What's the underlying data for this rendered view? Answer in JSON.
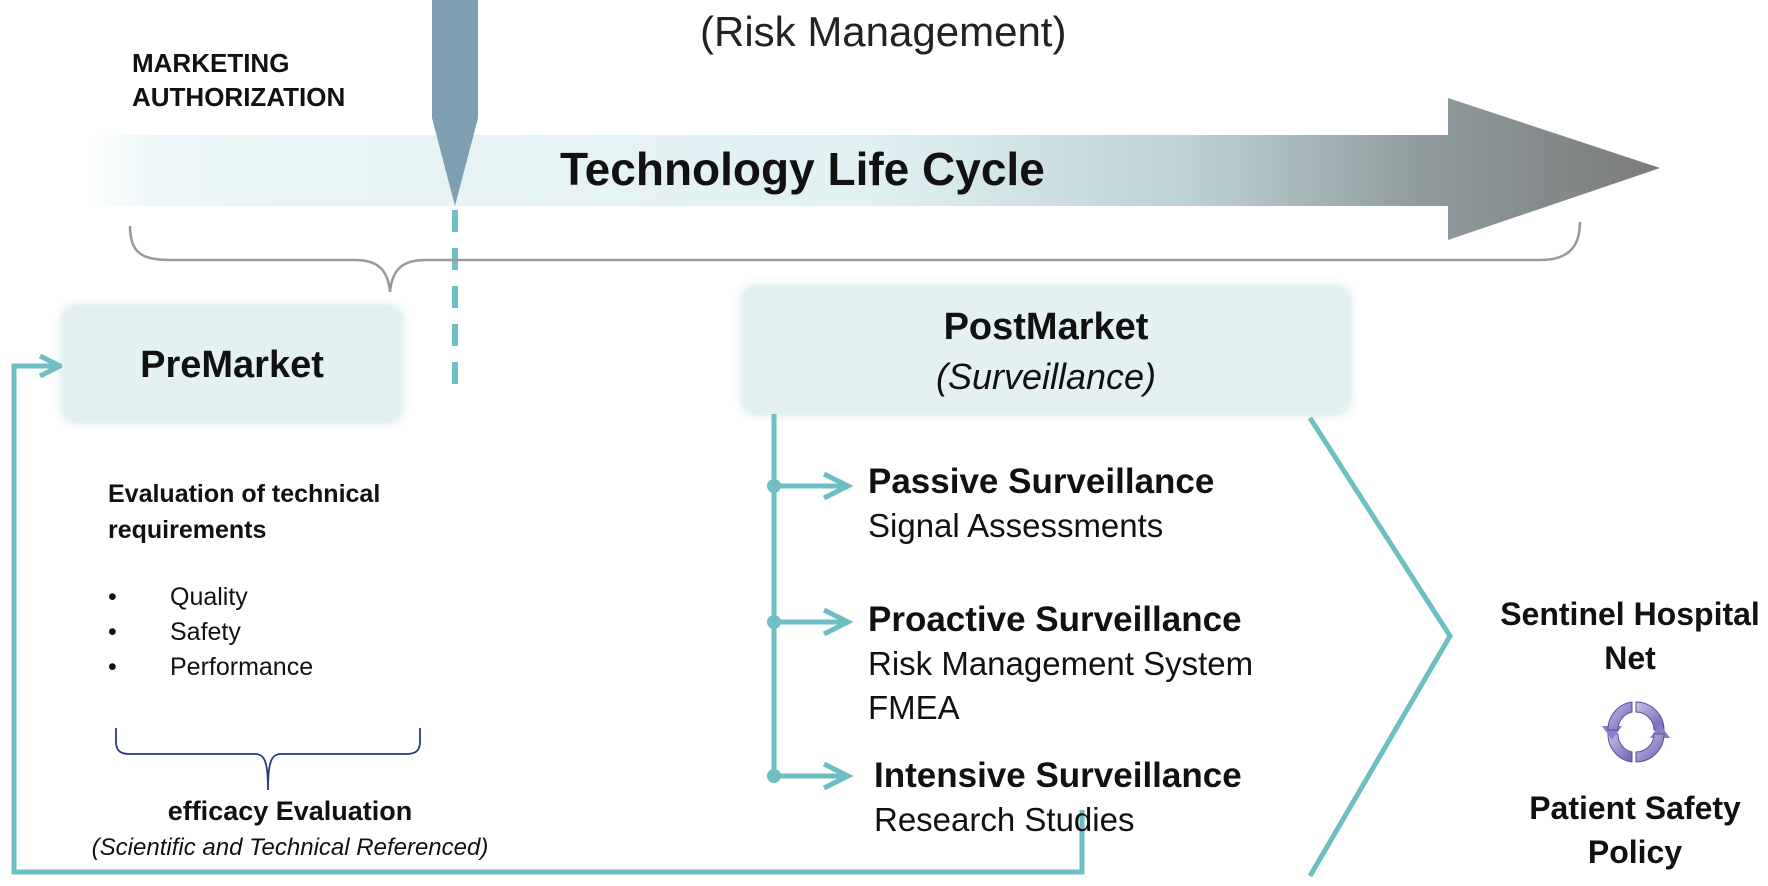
{
  "header": {
    "risk_title": "(Risk Management)",
    "marketing_label": "MARKETING AUTHORIZATION"
  },
  "lifecycle": {
    "label": "Technology Life Cycle"
  },
  "premarket": {
    "title": "PreMarket",
    "evaluation_heading": "Evaluation of technical requirements",
    "bullet_glyph": "•",
    "bullets": [
      "Quality",
      "Safety",
      "Performance"
    ],
    "efficacy_title": "efficacy Evaluation",
    "efficacy_subtitle": "(Scientific and Technical Referenced)"
  },
  "postmarket": {
    "title": "PostMarket",
    "subtitle": "(Surveillance)",
    "surveillance": [
      {
        "title": "Passive Surveillance",
        "lines": [
          "Signal Assessments"
        ]
      },
      {
        "title": "Proactive Surveillance",
        "lines": [
          "Risk Management System",
          "FMEA"
        ]
      },
      {
        "title": "Intensive Surveillance",
        "lines": [
          "Research Studies"
        ]
      }
    ]
  },
  "outcomes": {
    "sentinel": "Sentinel Hospital Net",
    "patient_safety": "Patient Safety Policy",
    "cycle_icon": "refresh-cycle-icon"
  },
  "colors": {
    "teal": "#6dbfc4",
    "marker": "#7f9fb2",
    "box_fill": "#e3f1f2",
    "arrow_dark": "#7a7a7a",
    "brace": "#2b3a7a"
  }
}
